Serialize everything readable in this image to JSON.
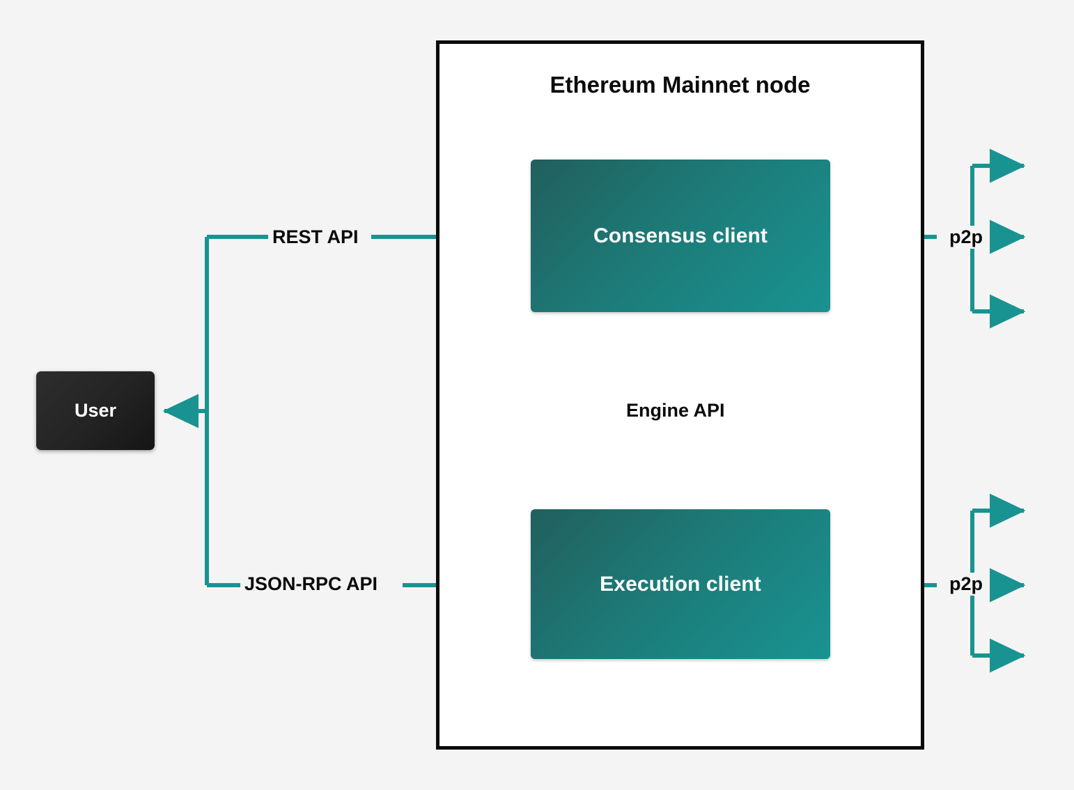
{
  "diagram": {
    "title": "Ethereum Mainnet node",
    "colors": {
      "canvas_background": "#f4f4f4",
      "node_frame_border": "#0b0b0b",
      "node_frame_fill": "#ffffff",
      "client_box_gradient_start": "#215f5d",
      "client_box_gradient_end": "#199391",
      "actor_box_fill": "#232323",
      "connector_teal": "#199391",
      "label_text": "#0b0b0b",
      "box_text": "#ffffff"
    }
  },
  "nodes": {
    "user": {
      "label": "User",
      "type": "actor"
    },
    "consensus_client": {
      "label": "Consensus client",
      "type": "client"
    },
    "execution_client": {
      "label": "Execution client",
      "type": "client"
    }
  },
  "connections": [
    {
      "id": "rest-api",
      "label": "REST API",
      "from": "user",
      "to": "consensus_client",
      "style": "solid",
      "direction": "bidirectional"
    },
    {
      "id": "jsonrpc-api",
      "label": "JSON-RPC API",
      "from": "user",
      "to": "execution_client",
      "style": "solid",
      "direction": "bidirectional"
    },
    {
      "id": "engine-api",
      "label": "Engine API",
      "from": "consensus_client",
      "to": "execution_client",
      "style": "solid-down-and-dashed-up",
      "direction": "bidirectional"
    },
    {
      "id": "p2p-consensus",
      "label": "p2p",
      "from": "consensus_client",
      "to": "network-peers",
      "style": "solid",
      "direction": "bidirectional",
      "peer_branches": 3
    },
    {
      "id": "p2p-execution",
      "label": "p2p",
      "from": "execution_client",
      "to": "network-peers",
      "style": "solid",
      "direction": "bidirectional",
      "peer_branches": 3
    }
  ]
}
